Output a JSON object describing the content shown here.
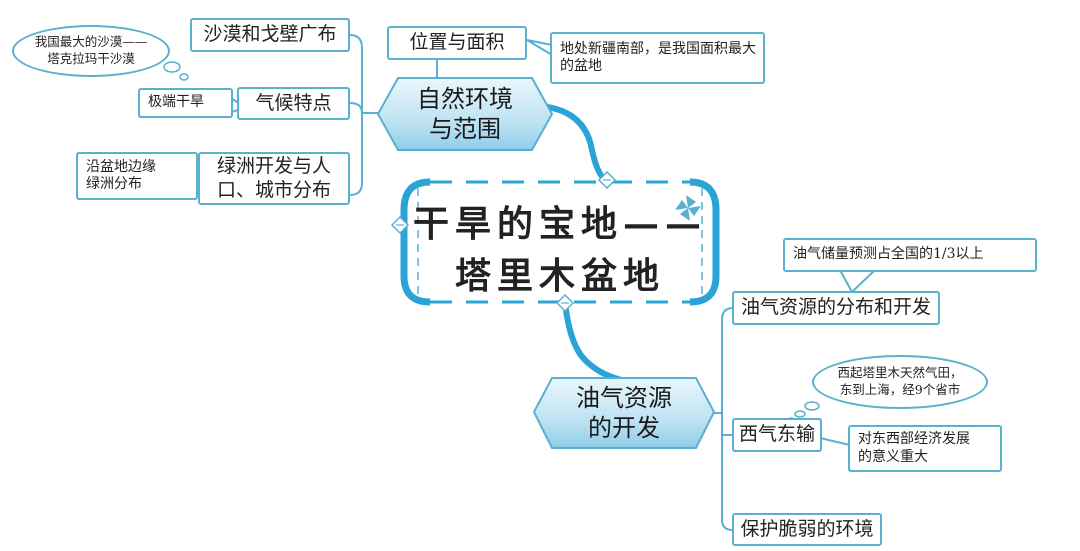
{
  "center": {
    "line1": "干旱的宝地——",
    "line2": "塔里木盆地"
  },
  "branches": [
    {
      "label_line1": "自然环境",
      "label_line2": "与范围",
      "children": [
        {
          "label": "位置与面积",
          "note": "地处新疆南部，是我国面积最大的盆地"
        },
        {
          "label": "沙漠和戈壁广布",
          "bubble_line1": "我国最大的沙漠——",
          "bubble_line2": "塔克拉玛干沙漠"
        },
        {
          "label": "气候特点",
          "note": "极端干旱"
        },
        {
          "label_line1": "绿洲开发与人",
          "label_line2": "口、城市分布",
          "note_line1": "沿盆地边缘",
          "note_line2": "绿洲分布"
        }
      ]
    },
    {
      "label_line1": "油气资源",
      "label_line2": "的开发",
      "children": [
        {
          "label": "油气资源的分布和开发",
          "note": "油气储量预测占全国的1/3以上"
        },
        {
          "label": "西气东输",
          "bubble_line1": "西起塔里木天然气田，",
          "bubble_line2": "东到上海，经9个省市",
          "note_line1": "对东西部经济发展",
          "note_line2": "的意义重大"
        },
        {
          "label": "保护脆弱的环境"
        }
      ]
    }
  ],
  "colors": {
    "line": "#5ab0cf",
    "thick": "#2aa3d6",
    "hex_fill": "#bfe3f3"
  },
  "icons": {
    "pinwheel": "pinwheel-icon",
    "collapse": "diamond-collapse-icon"
  }
}
